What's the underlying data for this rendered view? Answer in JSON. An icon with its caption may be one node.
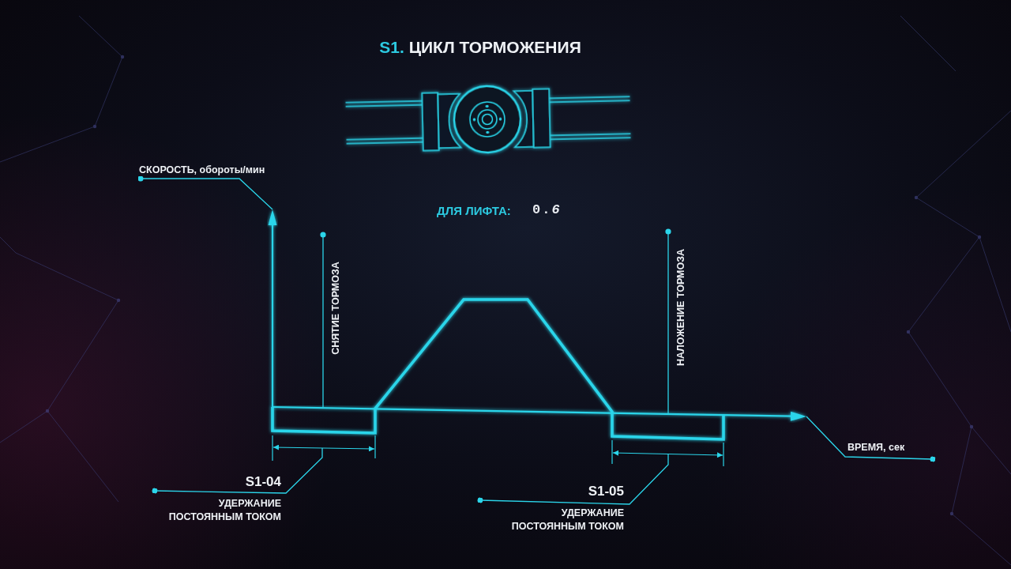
{
  "diagram": {
    "title": "S1. ЦИКЛ ТОРМОЖЕНИЯ",
    "nodes": [
      {
        "text": [
          "СКОРОСТЬ, обороты/мин"
        ]
      },
      {
        "text": [
          "ВРЕМЯ, сек"
        ]
      },
      {
        "text": [
          "S1-04",
          "УДЕРЖАНИЕ ПОСТОЯННЫМ ТОКОМ"
        ]
      },
      {
        "text": [
          "S1-05",
          "УДЕРЖАНИЕ ПОСТОЯННЫМ ТОКОМ"
        ]
      }
    ],
    "edges": [
      {
        "from": 0,
        "to": null,
        "arrow": "other"
      },
      {
        "from": 1,
        "to": null,
        "arrow": "other"
      },
      {
        "from": 2,
        "to": null,
        "arrow": "other"
      },
      {
        "from": 3,
        "to": null,
        "arrow": "other"
      }
    ],
    "labels": [
      "ДЛЯ ЛИФТА:",
      "0.*6*",
      "СНЯТИЕ ТОРМОЗА",
      "НАЛОЖЕНИЕ ТОРМОЗА"
    ]
  }
}
